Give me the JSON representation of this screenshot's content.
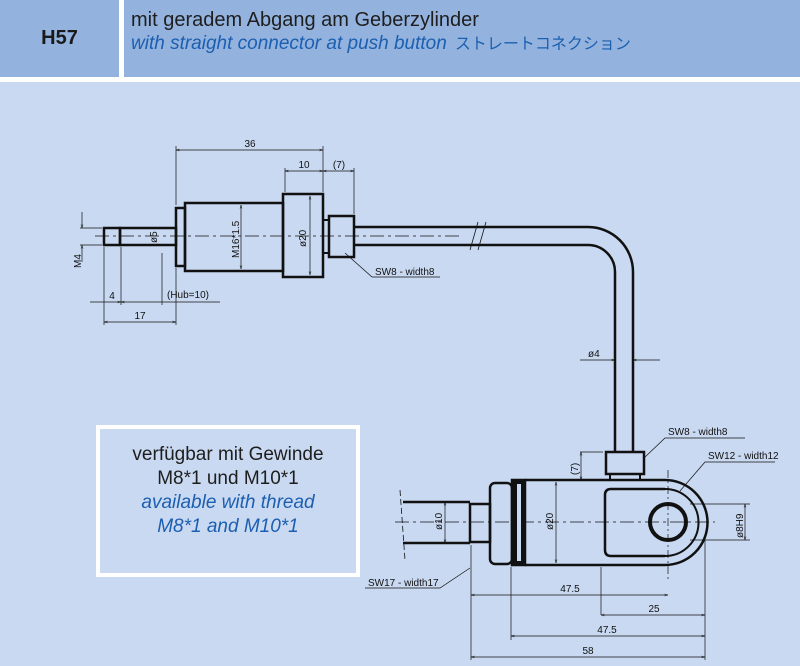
{
  "header": {
    "code": "H57",
    "title_de": "mit geradem Abgang am Geberzylinder",
    "title_en": "with straight connector at push button",
    "title_jp": "ストレートコネクション"
  },
  "note": {
    "line1_de": "verfügbar mit Gewinde",
    "line2_de": "M8*1 und M10*1",
    "line1_en": "available with thread",
    "line2_en": "M8*1 and M10*1"
  },
  "drawing": {
    "top": {
      "dim_36": "36",
      "dim_10": "10",
      "dim_7": "(7)",
      "dim_m4": "M4",
      "dim_d5": "ø5",
      "dim_m16": "M16*1.5",
      "dim_d20": "ø20",
      "dim_4": "4",
      "dim_hub": "(Hub=10)",
      "dim_17": "17",
      "sw8": "SW8 - width8"
    },
    "tube": {
      "dim_d4": "ø4"
    },
    "bottom": {
      "sw8": "SW8 - width8",
      "sw12": "SW12 - width12",
      "dim_7": "(7)",
      "dim_d10": "ø10",
      "dim_d20": "ø20",
      "dim_d8h9": "ø8H9",
      "sw17": "SW17 - width17",
      "dim_47_5_a": "47.5",
      "dim_25": "25",
      "dim_47_5_b": "47.5",
      "dim_58": "58"
    }
  },
  "colors": {
    "header_bg": "#93b3de",
    "page_bg": "#c9d9f1",
    "accent_text": "#1c5fb0"
  }
}
